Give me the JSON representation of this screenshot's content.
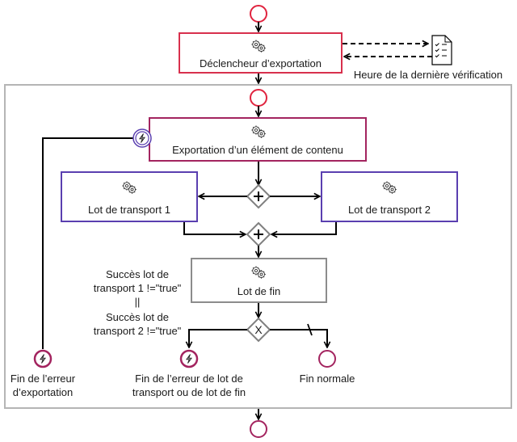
{
  "colors": {
    "start_event": "#e0243f",
    "trigger_border": "#d8304d",
    "export_border": "#a3245f",
    "batch_border": "#5a3fb0",
    "end_event": "#a3245f",
    "boundary_event": "#5a3fb0",
    "gateway_border": "#808080",
    "container_border": "#b5b5b5",
    "end_batch_border": "#8c8c8c",
    "line": "#000000"
  },
  "trigger": {
    "label": "Déclencheur d’exportation",
    "icon": "gears-icon"
  },
  "data_store": {
    "label": "Heure de la dernière vérification",
    "icon": "checklist-document-icon"
  },
  "export_item": {
    "label": "Exportation d’un élément de contenu",
    "icon": "gears-icon"
  },
  "transport_batch_1": {
    "label": "Lot de transport 1",
    "icon": "gears-icon"
  },
  "transport_batch_2": {
    "label": "Lot de transport 2",
    "icon": "gears-icon"
  },
  "end_batch": {
    "label": "Lot de fin",
    "icon": "gears-icon"
  },
  "gateways": {
    "split": "+",
    "join": "+",
    "decision": "X"
  },
  "condition": {
    "line1": "Succès lot de",
    "line2": "transport 1 !=\"true\"",
    "operator": "||",
    "line3": "Succès lot de",
    "line4": "transport 2 !=\"true\""
  },
  "end_events": {
    "export_error": {
      "line1": "Fin de l’erreur",
      "line2": "d’exportation",
      "icon": "lightning-icon"
    },
    "batch_error": {
      "line1": "Fin de l’erreur de lot de",
      "line2": "transport ou de lot de fin",
      "icon": "lightning-icon"
    },
    "normal": {
      "label": "Fin normale"
    }
  }
}
